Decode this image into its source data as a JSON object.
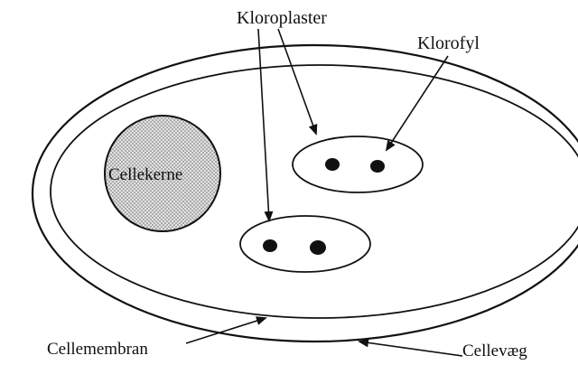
{
  "diagram": {
    "labels": {
      "chloroplasts": "Kloroplaster",
      "chlorophyll": "Klorofyl",
      "nucleus": "Cellekerne",
      "cell_membrane": "Cellemembran",
      "cell_wall": "Cellevæg"
    },
    "colors": {
      "ink": "#111111",
      "nucleus_fill": "#cfcfcf"
    }
  }
}
